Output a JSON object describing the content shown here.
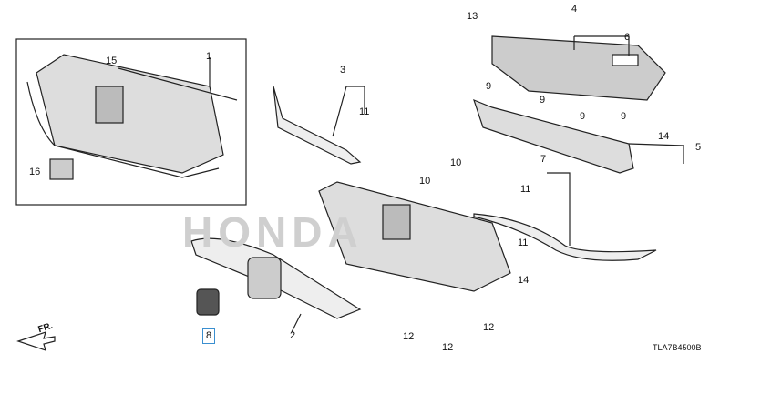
{
  "diagram": {
    "code": "TLA7B4500B",
    "direction_label": "FR.",
    "watermark": "HONDA",
    "callouts": {
      "c1": "1",
      "c2": "2",
      "c3": "3",
      "c4": "4",
      "c5": "5",
      "c6": "6",
      "c7": "7",
      "c8": "8",
      "c9a": "9",
      "c9b": "9",
      "c9c": "9",
      "c9d": "9",
      "c10a": "10",
      "c10b": "10",
      "c11a": "11",
      "c11b": "11",
      "c11c": "11",
      "c12a": "12",
      "c12b": "12",
      "c12c": "12",
      "c13": "13",
      "c14a": "14",
      "c14b": "14",
      "c15": "15",
      "c16": "16"
    }
  }
}
